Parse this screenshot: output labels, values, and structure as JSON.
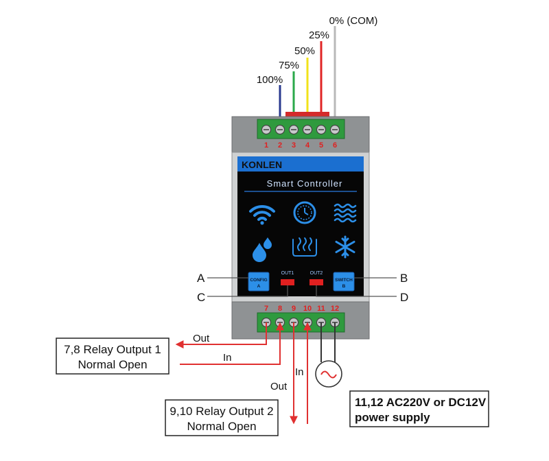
{
  "device": {
    "brand": "KONLEN",
    "product": "Smart Controller",
    "config_button": "CONFIG",
    "config_key": "A",
    "switch_button": "SWITCH",
    "switch_key": "B",
    "out1": "OUT1",
    "out2": "OUT2",
    "icons": [
      "wifi-icon",
      "timer-icon",
      "water-waves-icon",
      "droplets-icon",
      "heating-icon",
      "snowflake-icon"
    ]
  },
  "top_terminals": [
    "1",
    "2",
    "3",
    "4",
    "5",
    "6"
  ],
  "bottom_terminals": [
    "7",
    "8",
    "9",
    "10",
    "11",
    "12"
  ],
  "wire_labels": {
    "t2": "100%",
    "t3": "75%",
    "t4": "50%",
    "t5": "25%",
    "t6": "0% (COM)"
  },
  "wire_colors": {
    "t2": "#2a3a8f",
    "t3": "#2aa84a",
    "t4": "#f2e21a",
    "t5": "#e02525",
    "t6": "#b8b8b8",
    "relay": "#e03030",
    "power": "#333333"
  },
  "callouts": {
    "a": "A",
    "b": "B",
    "c": "C",
    "d": "D"
  },
  "relay1": {
    "line1": "7,8 Relay Output 1",
    "line2": "Normal Open",
    "out": "Out",
    "in": "In"
  },
  "relay2": {
    "line1": "9,10 Relay Output 2",
    "line2": "Normal Open",
    "out": "Out",
    "in": "In"
  },
  "power": {
    "line1": "11,12 AC220V or DC12V",
    "line2": "power supply"
  }
}
